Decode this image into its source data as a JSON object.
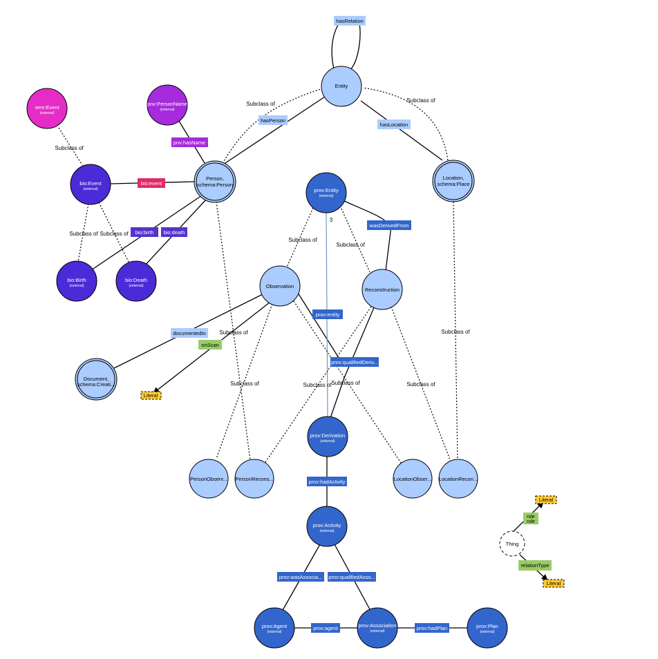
{
  "colors": {
    "light_class": "#aaccff",
    "dark_class": "#3366cc",
    "bio_class": "#4b2bd8",
    "pnv_class": "#a52bdd",
    "sem_class": "#e62bc6",
    "light_prop": "#aaccff",
    "dark_prop": "#3366cc",
    "bio_prop": "#5533cc",
    "pnv_prop": "#a52bdd",
    "event_prop": "#e02a6b",
    "datatype_prop": "#99cc66",
    "literal": "#ffcc33"
  },
  "nodes": [
    {
      "id": "entity",
      "label": "Entity",
      "sub": "",
      "style": "light"
    },
    {
      "id": "person",
      "label": "Person,",
      "label2": "schema:Person",
      "sub": "",
      "style": "light",
      "double": true
    },
    {
      "id": "location",
      "label": "Location,",
      "label2": "schema:Place",
      "sub": "",
      "style": "light",
      "double": true
    },
    {
      "id": "sem_event",
      "label": "sem:Event",
      "sub": "(external)",
      "style": "sem"
    },
    {
      "id": "pnv_personname",
      "label": "pnv:PersonName",
      "sub": "(external)",
      "style": "pnv"
    },
    {
      "id": "bio_event",
      "label": "bio:Event",
      "sub": "(external)",
      "style": "bio"
    },
    {
      "id": "bio_birth",
      "label": "bio:Birth",
      "sub": "(external)",
      "style": "bio"
    },
    {
      "id": "bio_death",
      "label": "bio:Death",
      "sub": "(external)",
      "style": "bio"
    },
    {
      "id": "prov_entity",
      "label": "prov:Entity",
      "sub": "(external)",
      "style": "dark"
    },
    {
      "id": "observation",
      "label": "Observation",
      "sub": "",
      "style": "light"
    },
    {
      "id": "reconstruction",
      "label": "Reconstruction",
      "sub": "",
      "style": "light"
    },
    {
      "id": "document",
      "label": "Document,",
      "label2": "schema:Creati...",
      "sub": "",
      "style": "light",
      "double": true
    },
    {
      "id": "prov_derivation",
      "label": "prov:Derivation",
      "sub": "(external)",
      "style": "dark"
    },
    {
      "id": "person_obs",
      "label": "PersonObserv...",
      "sub": "",
      "style": "light"
    },
    {
      "id": "person_recons",
      "label": "PersonRecons...",
      "sub": "",
      "style": "light"
    },
    {
      "id": "location_obs",
      "label": "LocationObser...",
      "sub": "",
      "style": "light"
    },
    {
      "id": "location_recons",
      "label": "LocationRecon...",
      "sub": "",
      "style": "light"
    },
    {
      "id": "prov_activity",
      "label": "prov:Activity",
      "sub": "(external)",
      "style": "dark"
    },
    {
      "id": "prov_agent",
      "label": "prov:Agent",
      "sub": "(external)",
      "style": "dark"
    },
    {
      "id": "prov_association",
      "label": "prov:Association",
      "sub": "(external)",
      "style": "dark"
    },
    {
      "id": "prov_plan",
      "label": "prov:Plan",
      "sub": "(external)",
      "style": "dark"
    },
    {
      "id": "thing",
      "label": "Thing",
      "sub": "",
      "style": "thing"
    }
  ],
  "properties": [
    {
      "id": "has_relation",
      "label": "hasRelation",
      "style": "light_prop"
    },
    {
      "id": "has_person",
      "label": "hasPerson",
      "style": "light_prop"
    },
    {
      "id": "has_location",
      "label": "hasLocation",
      "style": "light_prop"
    },
    {
      "id": "pnv_hasname",
      "label": "pnv:hasName",
      "style": "pnv_prop"
    },
    {
      "id": "bio_event_prop",
      "label": "bio:event",
      "style": "event_prop"
    },
    {
      "id": "bio_birth_prop",
      "label": "bio:birth",
      "style": "bio_prop"
    },
    {
      "id": "bio_death_prop",
      "label": "bio:death",
      "style": "bio_prop"
    },
    {
      "id": "was_derived_from",
      "label": "wasDerivedFrom",
      "style": "dark_prop"
    },
    {
      "id": "prov_entity_prop",
      "label": "prov:entity",
      "style": "dark_prop"
    },
    {
      "id": "documented_in",
      "label": "documentedIn",
      "style": "light_prop"
    },
    {
      "id": "on_scan",
      "label": "onScan",
      "style": "datatype_prop"
    },
    {
      "id": "qualified_deriv",
      "label": "prov:qualifiedDeriv...",
      "style": "dark_prop"
    },
    {
      "id": "had_activity",
      "label": "prov:hadActivity",
      "style": "dark_prop"
    },
    {
      "id": "was_associated",
      "label": "prov:wasAssocia...",
      "style": "dark_prop"
    },
    {
      "id": "qualified_assoc",
      "label": "prov:qualifiedAsso...",
      "style": "dark_prop"
    },
    {
      "id": "prov_agent_prop",
      "label": "prov:agent",
      "style": "dark_prop"
    },
    {
      "id": "had_plan",
      "label": "prov:hadPlan",
      "style": "dark_prop"
    },
    {
      "id": "role",
      "label": "role",
      "label2": "role",
      "style": "datatype_prop"
    },
    {
      "id": "relation_type",
      "label": "relationType",
      "style": "datatype_prop"
    }
  ],
  "literals": [
    {
      "id": "literal_onscan",
      "label": "Literal"
    },
    {
      "id": "literal_role",
      "label": "Literal"
    },
    {
      "id": "literal_relationtype",
      "label": "Literal"
    }
  ],
  "subclass_labels": [
    {
      "id": "sc_person_entity",
      "label": "Subclass of"
    },
    {
      "id": "sc_location_entity",
      "label": "Subclass of"
    },
    {
      "id": "sc_bioevent_semevent",
      "label": "Subclass of"
    },
    {
      "id": "sc_birth_bioevent",
      "label": "Subclass of"
    },
    {
      "id": "sc_death_bioevent",
      "label": "Subclass of"
    },
    {
      "id": "sc_obs_proventity",
      "label": "Subclass of"
    },
    {
      "id": "sc_recons_proventity",
      "label": "Subclass of"
    },
    {
      "id": "sc_personrecons_person",
      "label": "Subclass of"
    },
    {
      "id": "sc_personobs_obs",
      "label": "Subclass of"
    },
    {
      "id": "sc_personrecons_recons",
      "label": "Subclass of"
    },
    {
      "id": "sc_locationobs_obs",
      "label": "Subclass of"
    },
    {
      "id": "sc_locationrecons_location",
      "label": "Subclass of"
    },
    {
      "id": "sc_locationrecons_recons",
      "label": "Subclass of"
    }
  ],
  "annotations": {
    "cardinality_wasderived": "3"
  }
}
